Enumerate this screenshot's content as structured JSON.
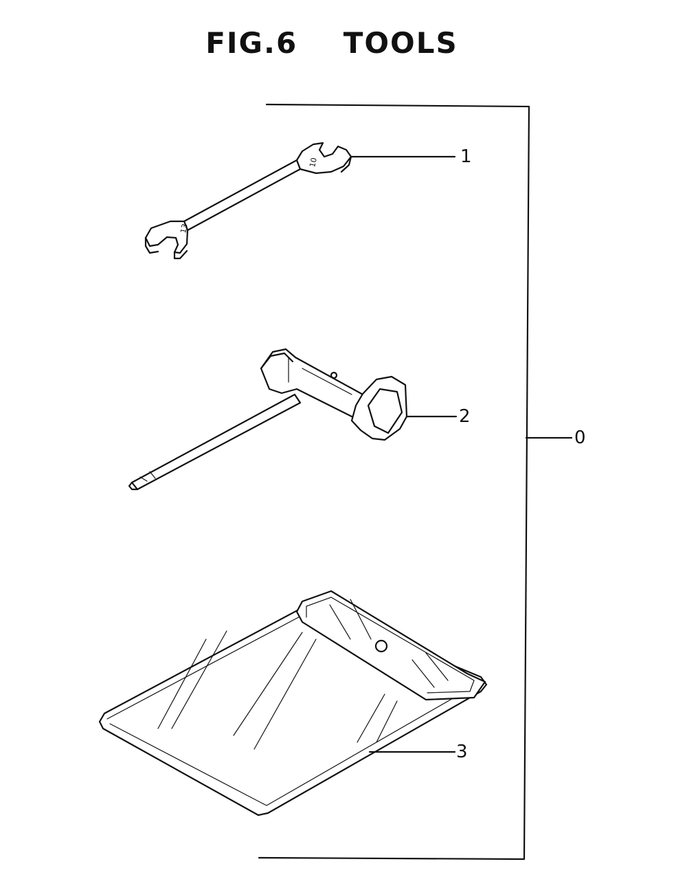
{
  "figure": {
    "title": "FIG.6    TOOLS"
  },
  "callouts": {
    "set": "0",
    "wrench": "1",
    "plug_wrench": "2",
    "tool_bag": "3"
  },
  "wrench_marks": {
    "left_size": "13",
    "right_size": "10"
  }
}
